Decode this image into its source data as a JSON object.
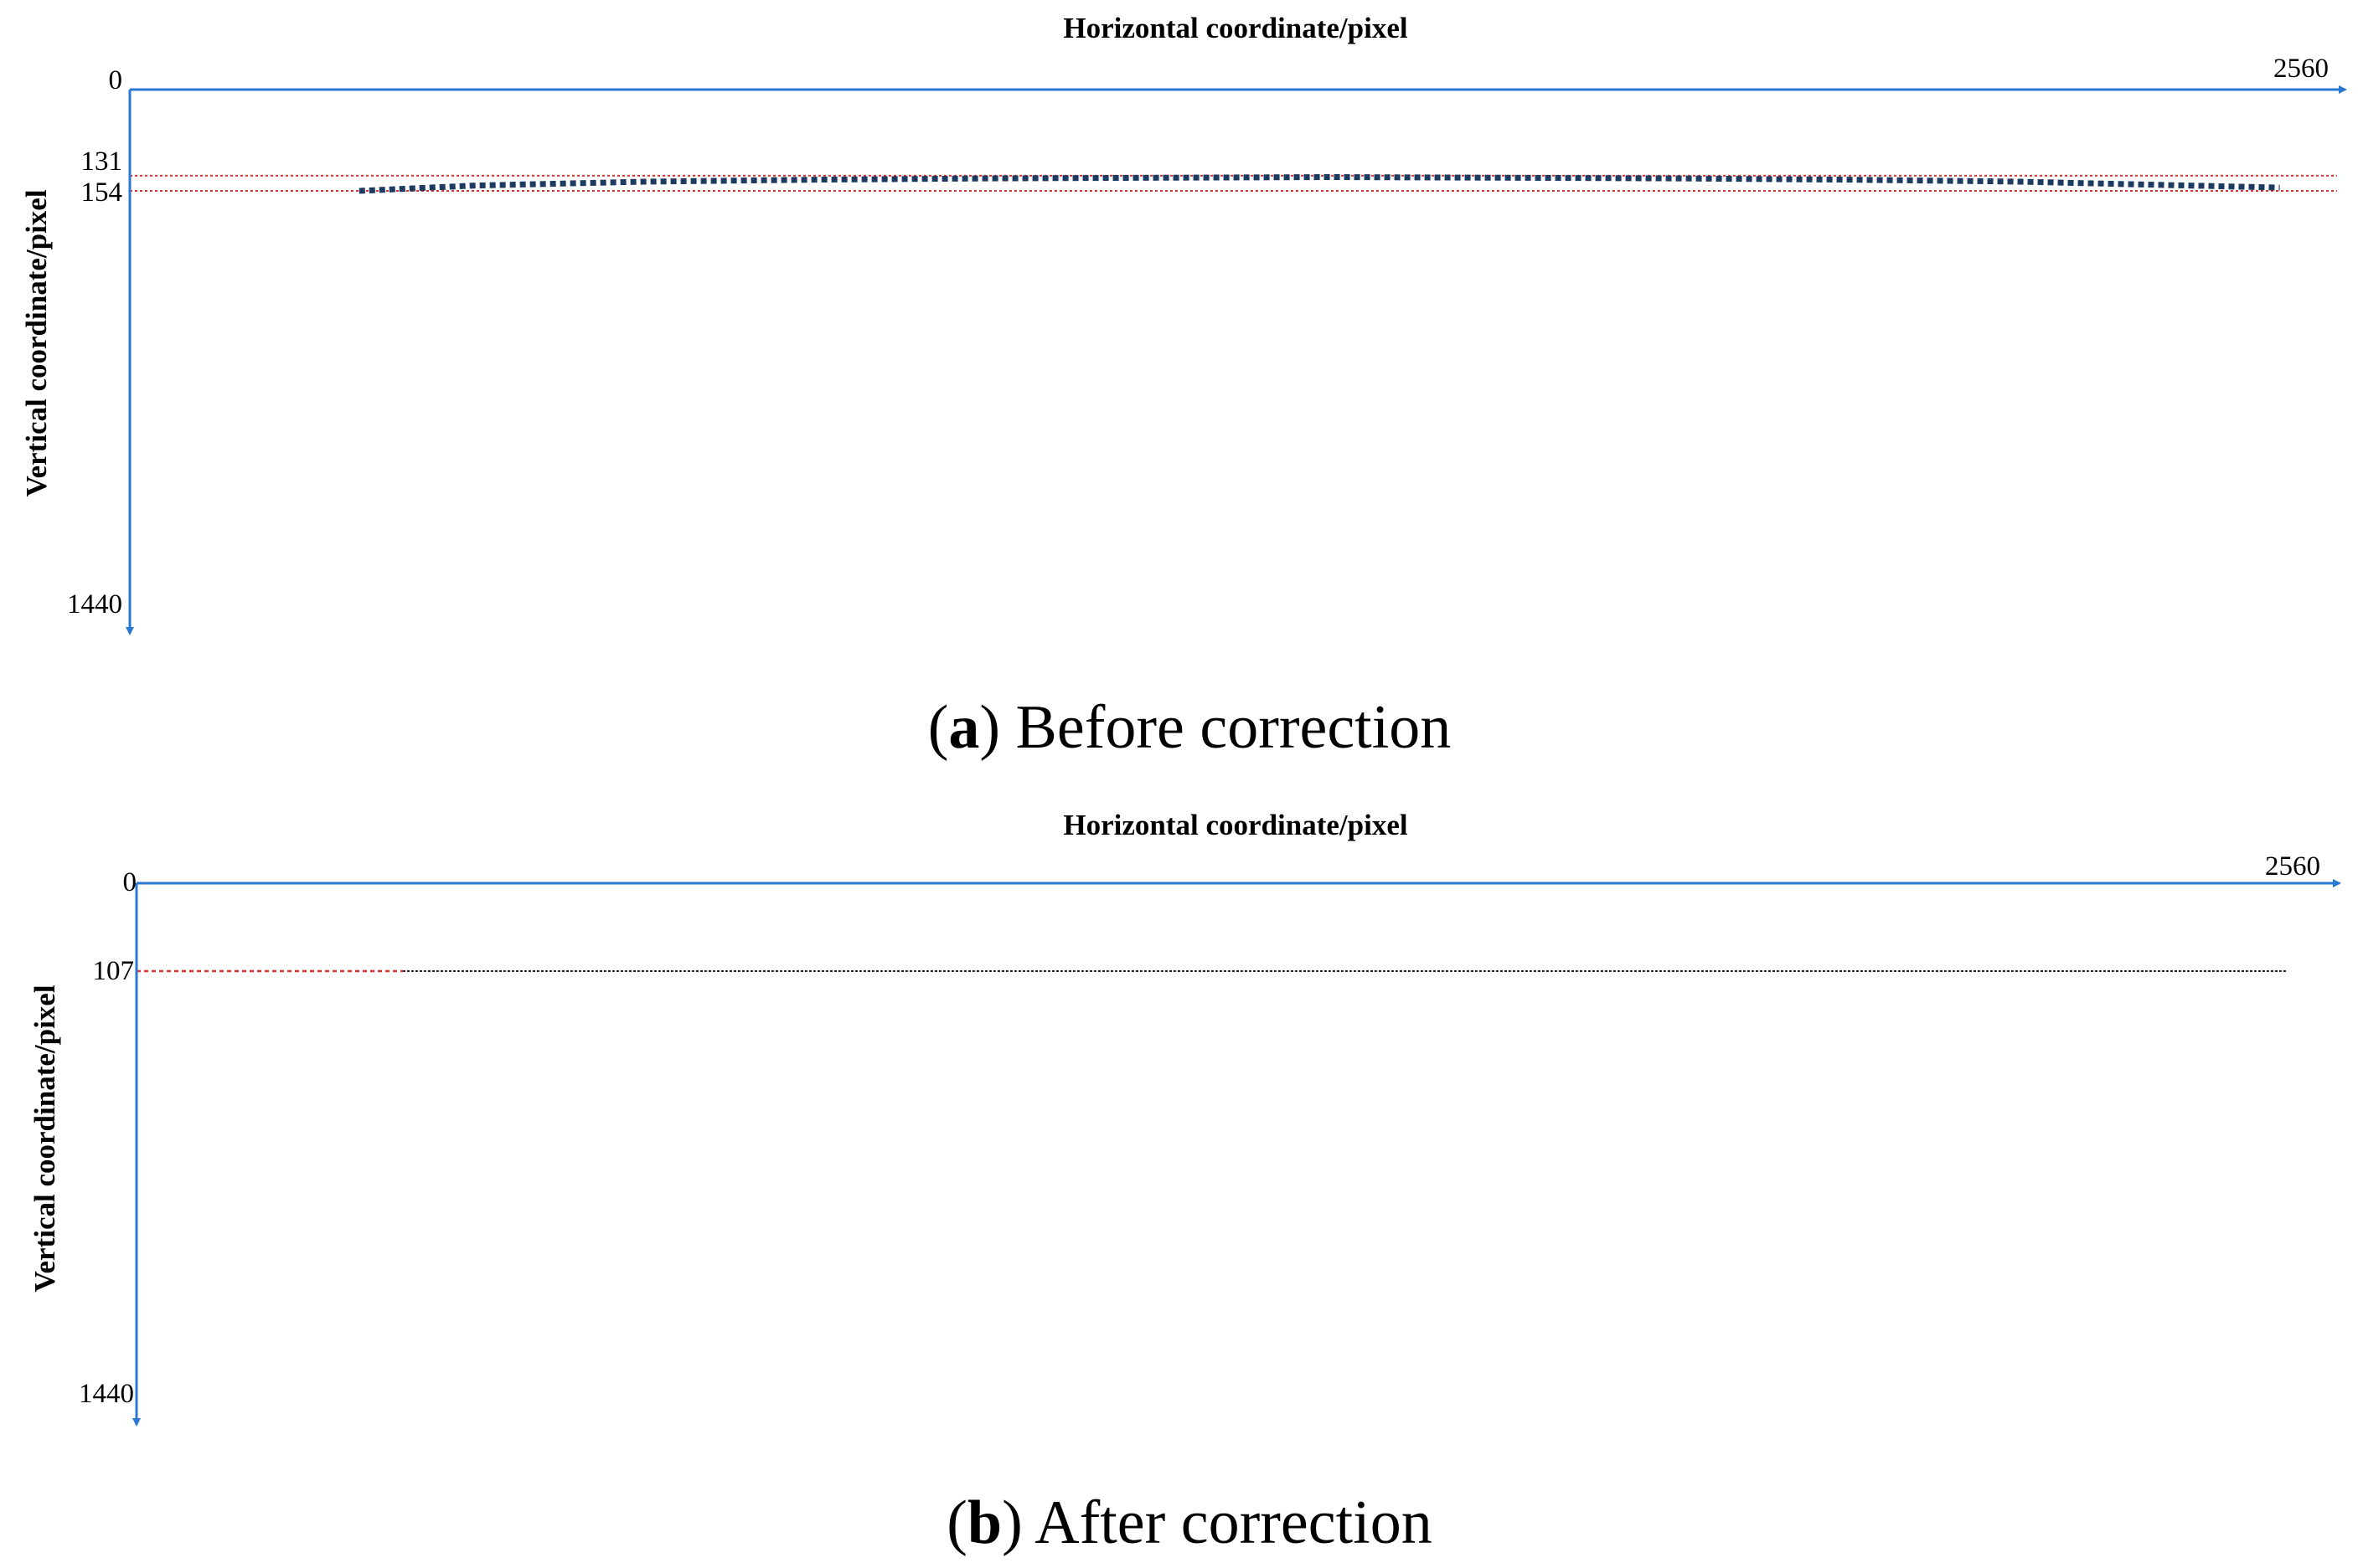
{
  "colors": {
    "axis": "#2a78d2",
    "reference_line": "#e0312d",
    "curve": "#1d3b61",
    "corrected_line": "#222222",
    "text": "#000000"
  },
  "chart_data": [
    {
      "panel": "a",
      "type": "line",
      "caption_label": "a",
      "caption_text": "Before correction",
      "xlabel": "Horizontal coordinate/pixel",
      "ylabel": "Vertical coordinate/pixel",
      "xlim": [
        0,
        2560
      ],
      "ylim": [
        0,
        1440
      ],
      "y_inverted": true,
      "x_ticks": [
        "0",
        "2560"
      ],
      "y_ticks": [
        "131",
        "154",
        "1440"
      ],
      "reference_lines": [
        131,
        154
      ],
      "series": [
        {
          "style": "dotted",
          "x": [
            267,
            400,
            600,
            800,
            1000,
            1200,
            1400,
            1600,
            1800,
            2000,
            2200,
            2400,
            2503
          ],
          "y": [
            154,
            146,
            140,
            137,
            135,
            134,
            133,
            134,
            135,
            137,
            140,
            146,
            149
          ]
        }
      ]
    },
    {
      "panel": "b",
      "type": "line",
      "caption_label": "b",
      "caption_text": "After correction",
      "xlabel": "Horizontal coordinate/pixel",
      "ylabel": "Vertical coordinate/pixel",
      "xlim": [
        0,
        2560
      ],
      "ylim": [
        0,
        1440
      ],
      "y_inverted": true,
      "x_ticks": [
        "0",
        "2560"
      ],
      "y_ticks": [
        "107",
        "1440"
      ],
      "reference_lines": [
        107
      ],
      "reference_line_x_range": [
        0,
        310
      ],
      "series": [
        {
          "style": "dotted",
          "x": [
            310,
            2503
          ],
          "y": [
            107,
            107
          ]
        }
      ]
    }
  ]
}
